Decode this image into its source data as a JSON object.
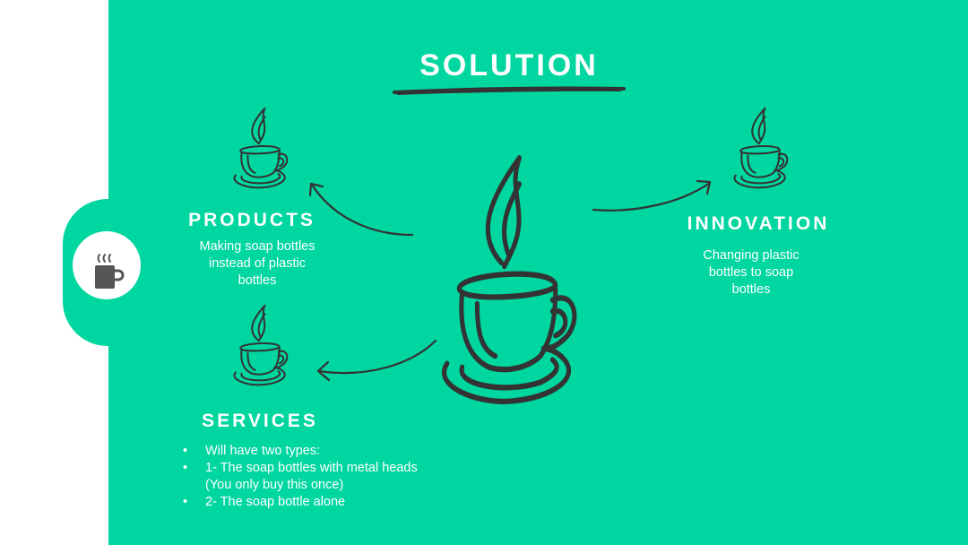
{
  "slide": {
    "title": "SOLUTION",
    "colors": {
      "background": "#00d6a0",
      "ink": "#333333",
      "text": "#ffffff",
      "side": "#ffffff"
    },
    "side_tab": {
      "icon": "coffee-cup-icon"
    },
    "central_icon": "coffee-cup-icon",
    "products": {
      "icon": "coffee-cup-icon",
      "heading": "PRODUCTS",
      "description_lines": [
        "Making soap bottles",
        "instead of plastic",
        "bottles"
      ]
    },
    "innovation": {
      "icon": "coffee-cup-icon",
      "heading": "INNOVATION",
      "description_lines": [
        "Changing plastic",
        "bottles to soap",
        "bottles"
      ]
    },
    "services": {
      "icon": "coffee-cup-icon",
      "heading": "SERVICES",
      "items": [
        "Will have two types:",
        "1- The soap bottles with metal heads",
        "(You only buy this once)",
        "2- The soap bottle alone"
      ]
    }
  }
}
